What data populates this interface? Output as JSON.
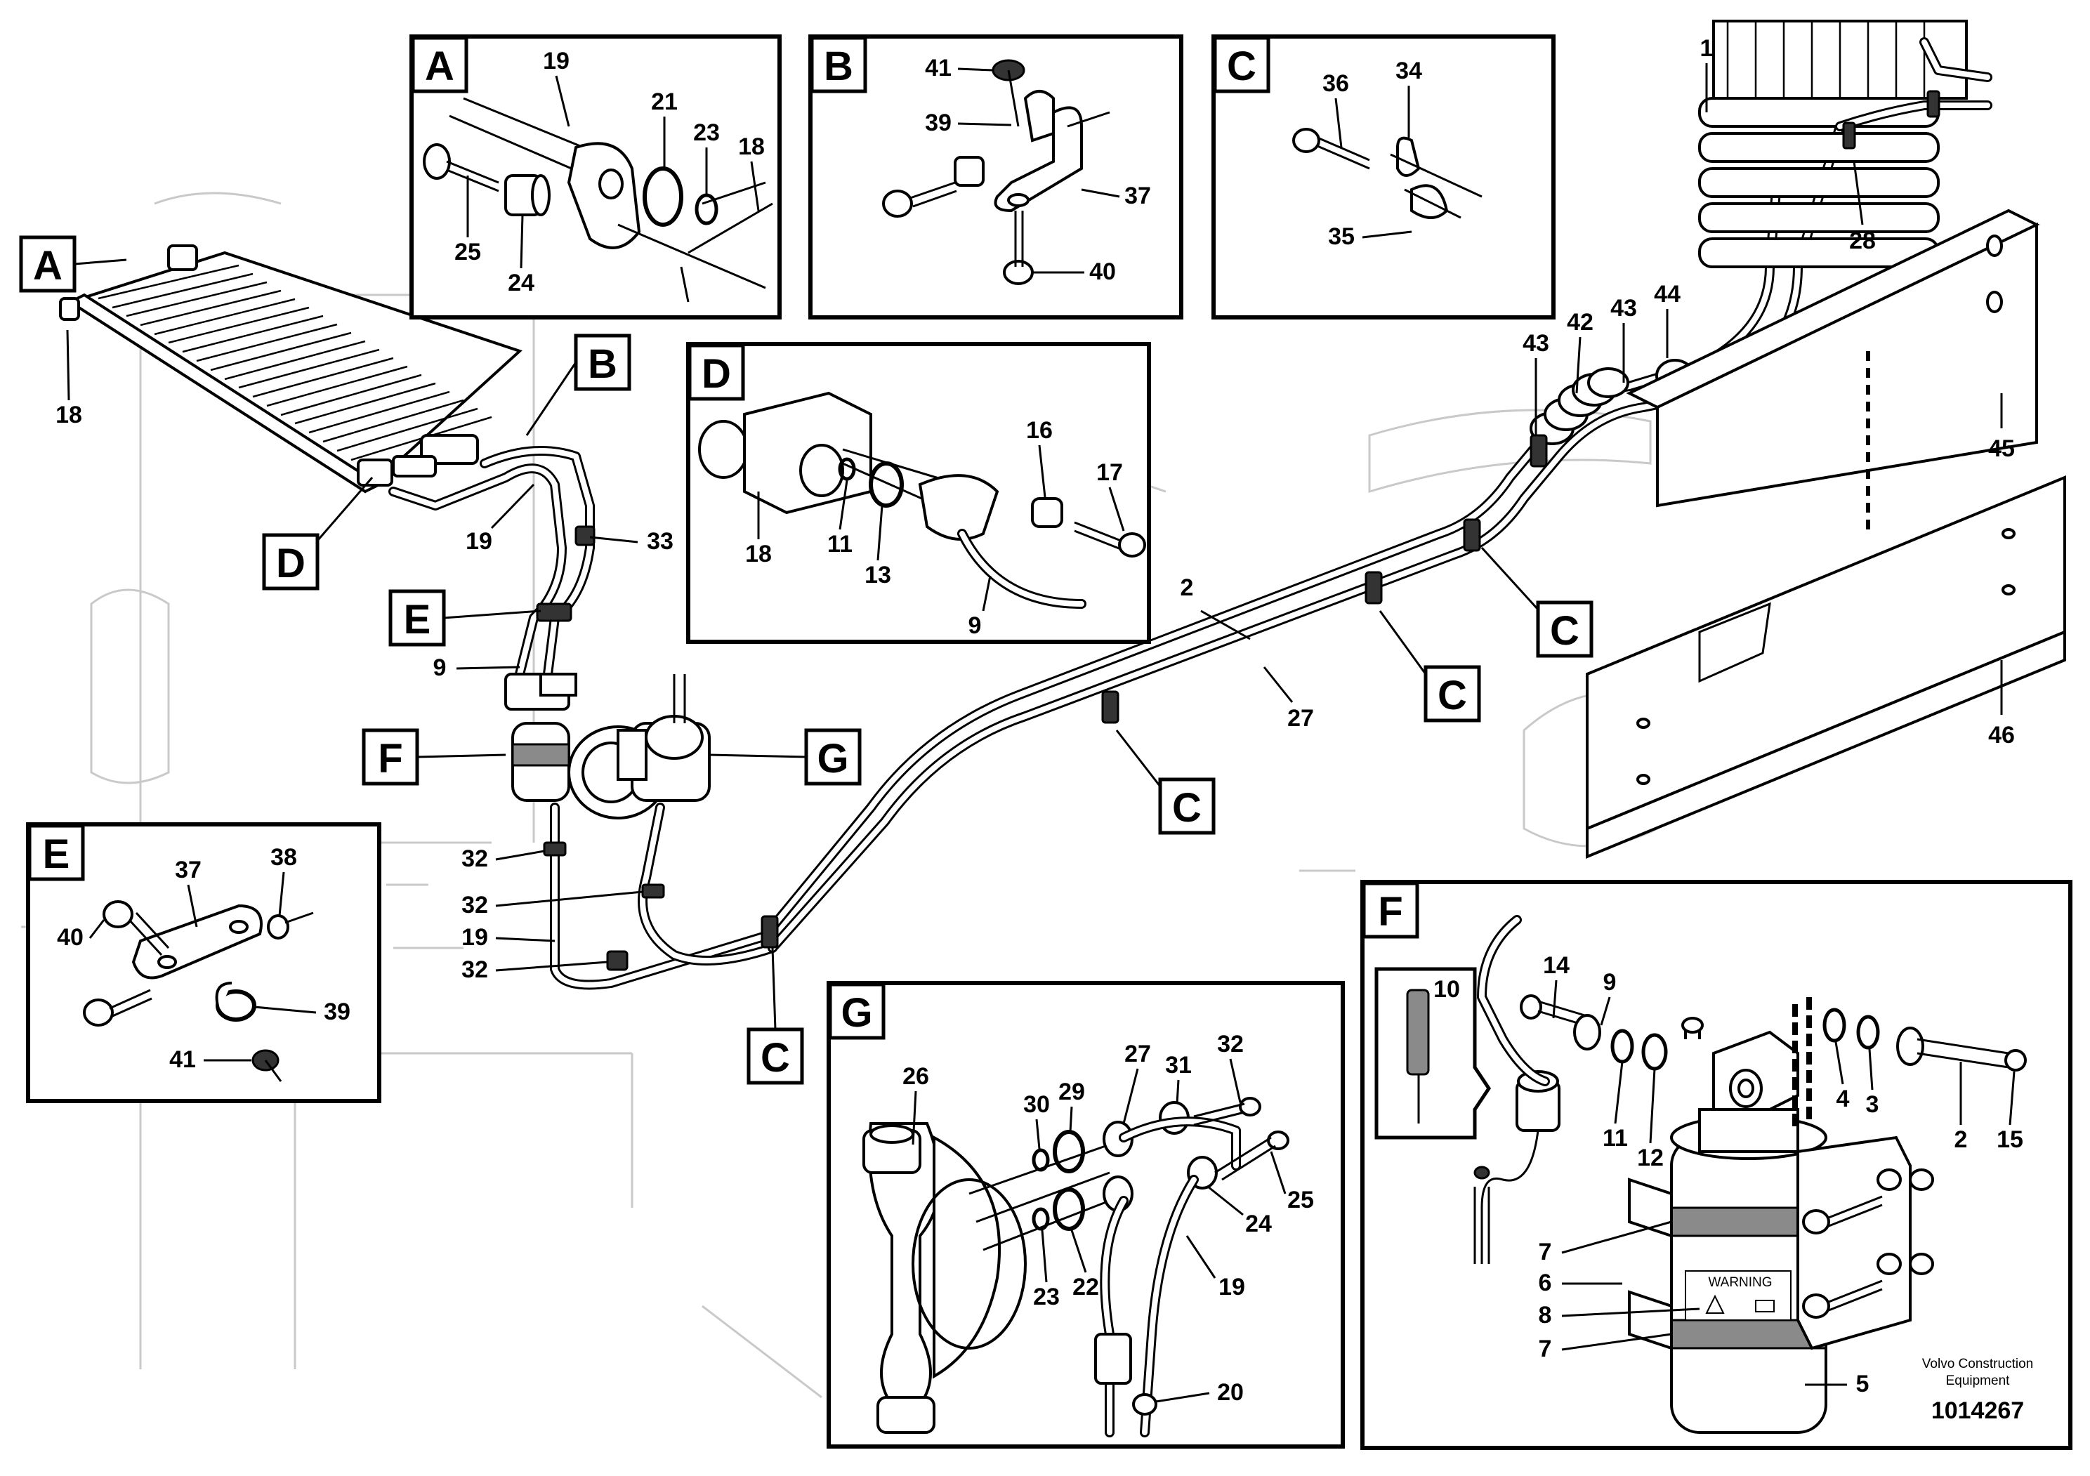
{
  "callouts": {
    "A": "A",
    "B": "B",
    "C": "C",
    "D": "D",
    "E": "E",
    "F": "F",
    "G": "G"
  },
  "parts": {
    "p1": "1",
    "p2": "2",
    "p3": "3",
    "p4": "4",
    "p5": "5",
    "p6": "6",
    "p7": "7",
    "p8": "8",
    "p9": "9",
    "p10": "10",
    "p11": "11",
    "p12": "12",
    "p13": "13",
    "p14": "14",
    "p15": "15",
    "p16": "16",
    "p17": "17",
    "p18": "18",
    "p19": "19",
    "p20": "20",
    "p21": "21",
    "p22": "22",
    "p23": "23",
    "p24": "24",
    "p25": "25",
    "p26": "26",
    "p27": "27",
    "p28": "28",
    "p29": "29",
    "p30": "30",
    "p31": "31",
    "p32": "32",
    "p33": "33",
    "p34": "34",
    "p35": "35",
    "p36": "36",
    "p37": "37",
    "p38": "38",
    "p39": "39",
    "p40": "40",
    "p41": "41",
    "p42": "42",
    "p43": "43",
    "p44": "44",
    "p45": "45",
    "p46": "46"
  },
  "labels": {
    "warning": "WARNING",
    "brand_line1": "Volvo Construction",
    "brand_line2": "Equipment",
    "doc_number": "1014267"
  }
}
